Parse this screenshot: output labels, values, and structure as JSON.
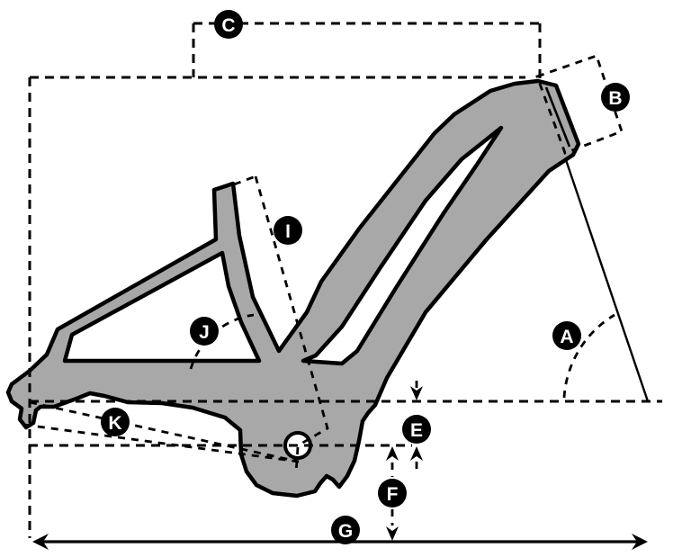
{
  "diagram": {
    "background": "#ffffff",
    "frame_fill": "#a8a8a8",
    "line_color": "#000000",
    "badge_fill": "#000000",
    "badge_text_color": "#ffffff",
    "labels": {
      "a": "A",
      "b": "B",
      "c": "C",
      "e": "E",
      "f": "F",
      "g": "G",
      "i": "I",
      "j": "J",
      "k": "K"
    }
  }
}
